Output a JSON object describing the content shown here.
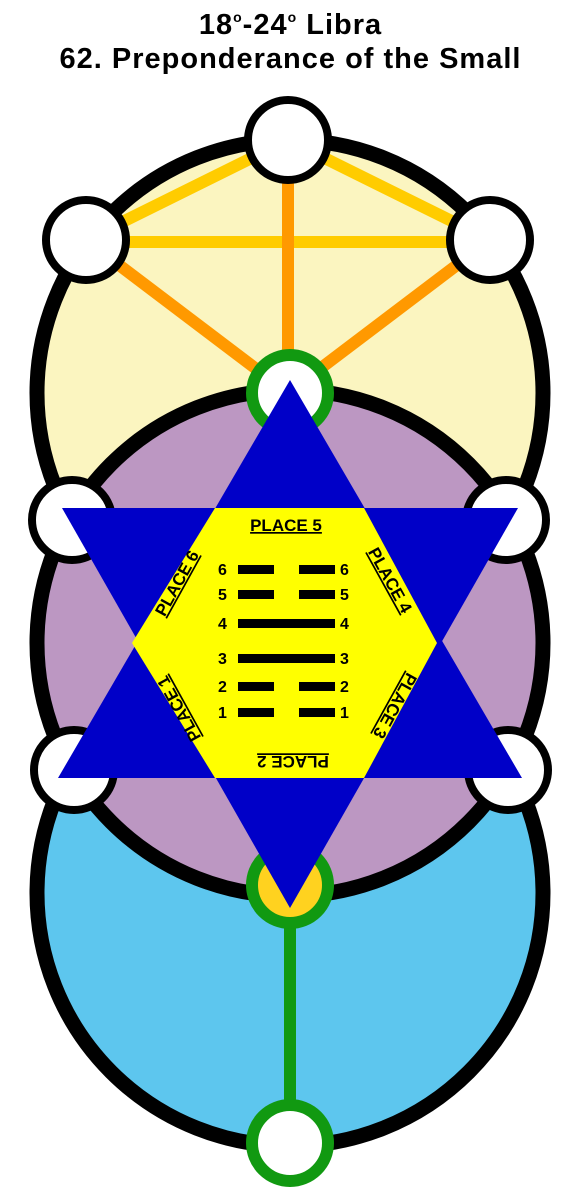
{
  "title": {
    "degree_start": "18",
    "degree_sep": "-",
    "degree_end": "24",
    "degree_mark": "o",
    "sign": "Libra",
    "hexagram": "62. Preponderance of the Small"
  },
  "places": {
    "place1": "PLACE 1",
    "place2": "PLACE 2",
    "place3": "PLACE 3",
    "place4": "PLACE 4",
    "place5": "PLACE 5",
    "place6": "PLACE 6"
  },
  "hexagram_lines": [
    {
      "number": "6",
      "type": "broken"
    },
    {
      "number": "5",
      "type": "broken"
    },
    {
      "number": "4",
      "type": "solid"
    },
    {
      "number": "3",
      "type": "solid"
    },
    {
      "number": "2",
      "type": "broken"
    },
    {
      "number": "1",
      "type": "broken"
    }
  ],
  "colors": {
    "upper_circle": "#fbf5c0",
    "middle_circle": "#bc97c2",
    "lower_circle": "#5dc6ee",
    "triangles": "#0000c8",
    "hexagon": "#ffff00",
    "green_path": "#119911",
    "orange_path": "#ff9900",
    "yellow_path": "#ffcc00",
    "outline": "#000000",
    "node_fill": "#ffffff",
    "yesod_fill": "#ffd21f"
  }
}
